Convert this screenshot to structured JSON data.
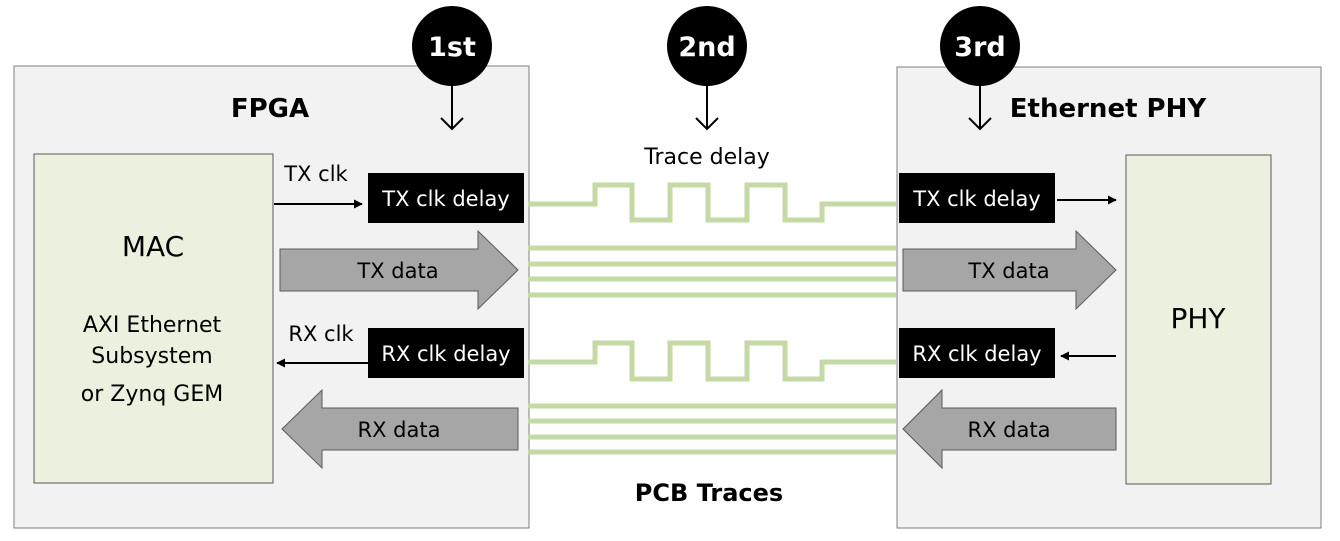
{
  "fpga": {
    "title": "FPGA",
    "mac": {
      "title": "MAC",
      "line1": "AXI Ethernet",
      "line2": "Subsystem",
      "line3": "or Zynq GEM"
    },
    "tx_clk_label": "TX clk",
    "rx_clk_label": "RX clk",
    "tx_delay": "TX clk delay",
    "rx_delay": "RX clk delay",
    "tx_data": "TX data",
    "rx_data": "RX data"
  },
  "phy_block": {
    "title": "Ethernet PHY",
    "phy_label": "PHY",
    "tx_delay": "TX clk delay",
    "rx_delay": "RX clk delay",
    "tx_data": "TX data",
    "rx_data": "RX data"
  },
  "markers": {
    "first": "1st",
    "second": "2nd",
    "third": "3rd"
  },
  "traces": {
    "delay_label": "Trace delay",
    "pcb_label": "PCB Traces"
  },
  "colors": {
    "panel_bg": "#f2f2f2",
    "inner_bg": "#ebf1de",
    "trace": "#c5d9a5",
    "data_arrow": "#a6a6a6",
    "delay_box": "#000000"
  }
}
